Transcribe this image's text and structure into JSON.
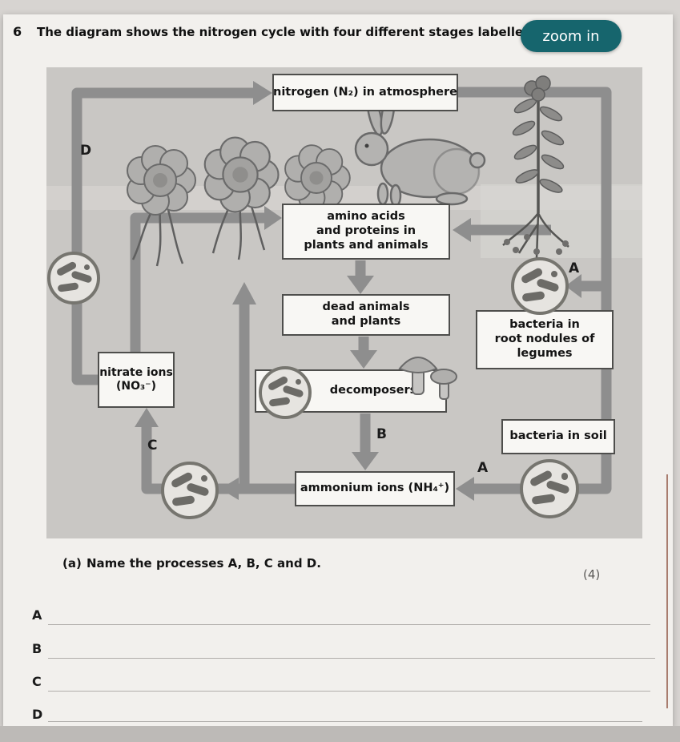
{
  "question": {
    "number": "6",
    "text": "The diagram shows the nitrogen cycle with four different stages labelled A, B, C",
    "zoom_button_label": "zoom in"
  },
  "diagram": {
    "boxes": {
      "nitrogen": "nitrogen (N₂) in atmosphere",
      "amino": [
        "amino acids",
        "and proteins in",
        "plants and animals"
      ],
      "dead": [
        "dead animals",
        "and plants"
      ],
      "decomposers": "decomposers",
      "ammonium": "ammonium ions (NH₄⁺)",
      "nitrate": [
        "nitrate ions",
        "(NO₃⁻)"
      ],
      "root_nodules": [
        "bacteria in",
        "root nodules of",
        "legumes"
      ],
      "soil_bacteria": "bacteria in soil"
    },
    "stage_labels": {
      "d": "D",
      "a_upper": "A",
      "b": "B",
      "c": "C",
      "a_lower": "A"
    }
  },
  "part_a": {
    "label": "(a)",
    "prompt": "Name the processes A, B, C and D.",
    "marks": "(4)",
    "answer_rows": [
      "A",
      "B",
      "C",
      "D"
    ]
  },
  "colors": {
    "zoom_button_bg": "#16656d",
    "diagram_bg": "#c9c7c4",
    "arrow_gray": "#8e8e8e"
  }
}
